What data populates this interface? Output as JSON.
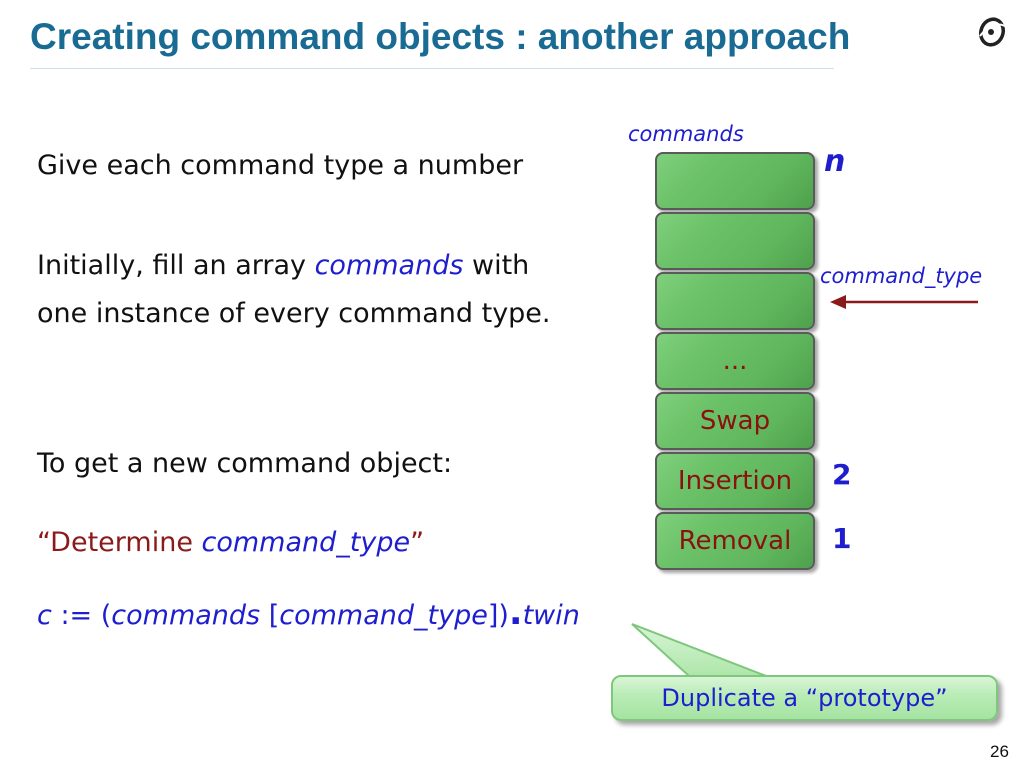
{
  "slide": {
    "title": "Creating command objects : another approach",
    "page_number": "26",
    "logo_icon": "eiffel-logo-icon",
    "text": {
      "line1": "Give each command type a number",
      "line2_a": "Initially, fill an array ",
      "line2_b": "commands",
      "line2_c": " with",
      "line3": "one instance of every command type.",
      "line4": "To get a new command object:",
      "line5_q1": "“",
      "line5_a": "Determine ",
      "line5_b": "command_type",
      "line5_q2": "”",
      "line6_c": "c",
      "line6_op": " := (",
      "line6_commands": "commands",
      "line6_br1": " [",
      "line6_ctype": "command_type",
      "line6_br2": "])",
      "line6_dot": ".",
      "line6_twin": "twin"
    },
    "array": {
      "label": "commands",
      "top_index": "n",
      "cells": [
        "",
        "",
        "",
        "...",
        "Swap",
        "Insertion",
        "Removal"
      ],
      "index_2": "2",
      "index_1": "1",
      "pointer_label": "command_type"
    },
    "callout": "Duplicate a “prototype”"
  },
  "colors": {
    "title": "#1a6b94",
    "blue": "#1e1ecf",
    "dark_red": "#8b1a1a",
    "cell_green": "#6cc268",
    "arrow_red": "#8b1a1a"
  }
}
